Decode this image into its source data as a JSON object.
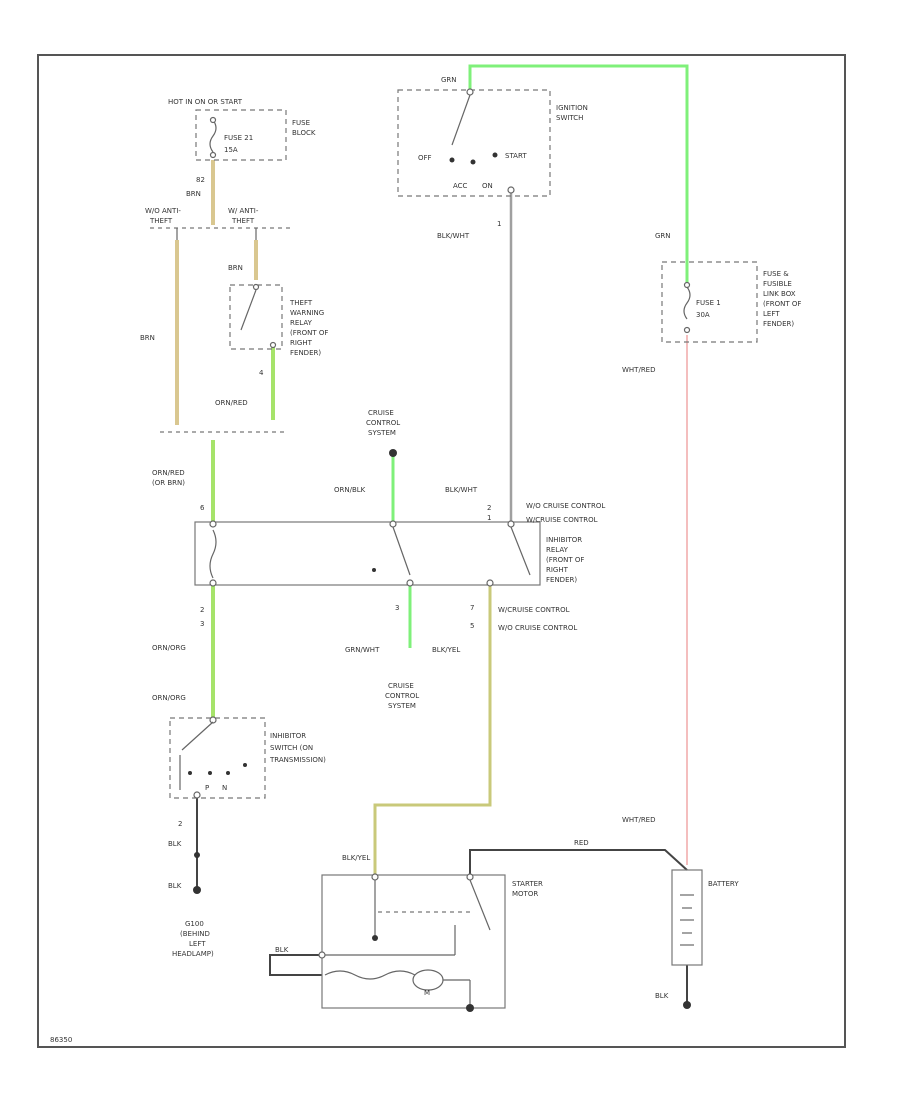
{
  "labels": {
    "grn_top": "GRN",
    "ignition_switch": [
      "IGNITION",
      "SWITCH"
    ],
    "off": "OFF",
    "start": "START",
    "acc": "ACC",
    "on": "ON",
    "hot_in": "HOT IN ON OR START",
    "fuse_block": [
      "FUSE",
      "BLOCK"
    ],
    "fuse21": "FUSE 21",
    "fuse21_amp": "15A",
    "w_82": "82",
    "w_brn1": "BRN",
    "wo_anti": "W/O ANTI-",
    "wo_anti2": "THEFT",
    "w_anti": "W/ ANTI-",
    "w_anti2": "THEFT",
    "brn_small": "BRN",
    "theft_relay": [
      "THEFT",
      "WARNING",
      "RELAY",
      "(FRONT OF",
      "RIGHT",
      "FENDER)"
    ],
    "brn_vert": "BRN",
    "orn_red": "ORN/RED",
    "pin4": "4",
    "blk_wht_ign": "BLK/WHT",
    "pin1": "1",
    "grn_right": "GRN",
    "fuse_link": [
      "FUSE &",
      "FUSIBLE",
      "LINK BOX",
      "(FRONT OF",
      "LEFT",
      "FENDER)"
    ],
    "fuse1": "FUSE 1",
    "fuse1_amp": "30A",
    "wht_red1": "WHT/RED",
    "cruise_top": [
      "CRUISE",
      "CONTROL",
      "SYSTEM"
    ],
    "orn_red2": "ORN/RED",
    "or_brn": "(OR BRN)",
    "orn_blk": "ORN/BLK",
    "blk_wht2": "BLK/WHT",
    "wo_cruise_top": "W/O CRUISE CONTROL",
    "w_cruise_top": "W/CRUISE CONTROL",
    "pin6a": "6",
    "pin2a": "2",
    "pin1b": "1",
    "inhibitor_relay": [
      "INHIBITOR",
      "RELAY",
      "(FRONT OF",
      "RIGHT",
      "FENDER)"
    ],
    "pin2": "2",
    "pin3": "3",
    "pin3b": "3",
    "pin7": "7",
    "pin5": "5",
    "w_cruise_bot": "W/CRUISE CONTROL",
    "wo_cruise_bot": "W/O CRUISE CONTROL",
    "orn_org1": "ORN/ORG",
    "grn_wht": "GRN/WHT",
    "blk_yel1": "BLK/YEL",
    "cruise_bot": [
      "CRUISE",
      "CONTROL",
      "SYSTEM"
    ],
    "orn_org2": "ORN/ORG",
    "inhibitor_switch": [
      "INHIBITOR",
      "SWITCH (ON",
      "TRANSMISSION)"
    ],
    "p_pos": "P",
    "n_pos": "N",
    "pin_2b": "2",
    "blk1": "BLK",
    "blk2": "BLK",
    "g100": [
      "G100",
      "(BEHIND",
      "LEFT",
      "HEADLAMP)"
    ],
    "wht_red2": "WHT/RED",
    "blk_yel2": "BLK/YEL",
    "starter_motor": [
      "STARTER",
      "MOTOR"
    ],
    "m_label": "M",
    "blk_left": "BLK",
    "red_top": "RED",
    "battery": "BATTERY",
    "blk_batt": "BLK",
    "figure_id": "86350"
  },
  "colors": {
    "grn": "#7ff07a",
    "brn": "#d9c790",
    "light_grn": "#a6e36a",
    "gry": "#a0a0a0",
    "wht_red": "#f0a8a8",
    "blk_yel": "#c9c97a"
  }
}
